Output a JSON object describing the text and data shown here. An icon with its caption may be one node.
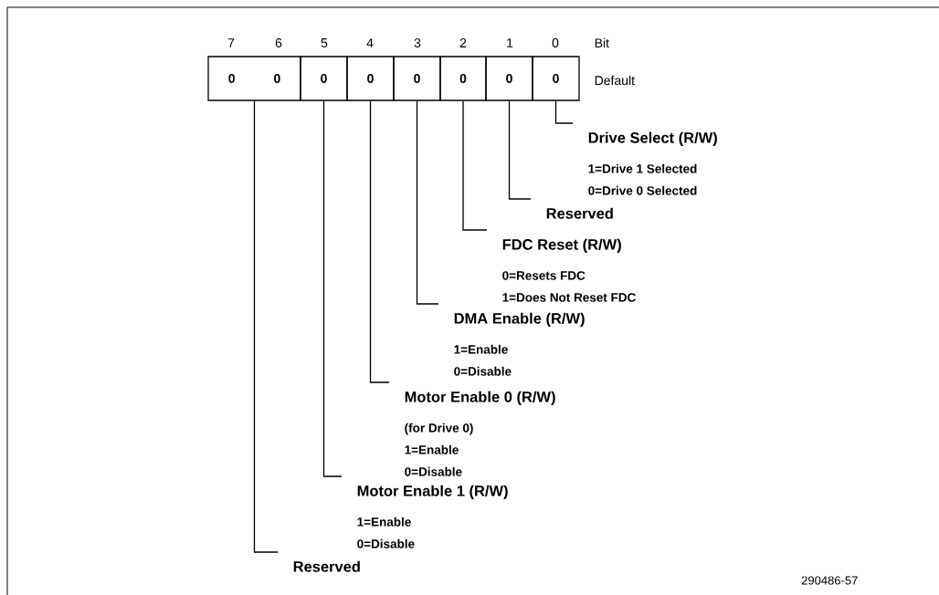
{
  "diagram": {
    "nodes": [
      {
        "text": [
          "0",
          "0"
        ]
      },
      {
        "text": [
          "0"
        ]
      },
      {
        "text": [
          "0"
        ]
      },
      {
        "text": [
          "0"
        ]
      },
      {
        "text": [
          "0"
        ]
      },
      {
        "text": [
          "0"
        ]
      },
      {
        "text": [
          "0"
        ]
      },
      {
        "text": [
          "Drive Select (R/W)",
          "1=Drive 1 Selected",
          "0=Drive 0 Selected"
        ]
      },
      {
        "text": [
          "Reserved"
        ]
      },
      {
        "text": [
          "FDC Reset (R/W)",
          "0=Resets FDC",
          "1=Does Not Reset FDC"
        ]
      },
      {
        "text": [
          "DMA Enable (R/W)",
          "1=Enable",
          "0=Disable"
        ]
      },
      {
        "text": [
          "Motor Enable 0 (R/W)",
          "(for Drive 0)",
          "1=Enable",
          "0=Disable"
        ]
      },
      {
        "text": [
          "Motor Enable 1 (R/W)",
          "1=Enable",
          "0=Disable"
        ]
      },
      {
        "text": [
          "Reserved"
        ]
      }
    ],
    "edges": [
      {
        "from": 7,
        "to": 6,
        "arrow": "none"
      },
      {
        "from": 8,
        "to": 5,
        "arrow": "none"
      },
      {
        "from": 9,
        "to": 4,
        "arrow": "none"
      },
      {
        "from": 10,
        "to": 3,
        "arrow": "none"
      },
      {
        "from": 11,
        "to": 2,
        "arrow": "none"
      },
      {
        "from": 12,
        "to": 1,
        "arrow": "none"
      },
      {
        "from": 13,
        "to": 0,
        "arrow": "none"
      }
    ],
    "labels": [
      "7",
      "6",
      "5",
      "4",
      "3",
      "2",
      "1",
      "0",
      "Bit",
      "Default",
      "290486-57"
    ]
  }
}
